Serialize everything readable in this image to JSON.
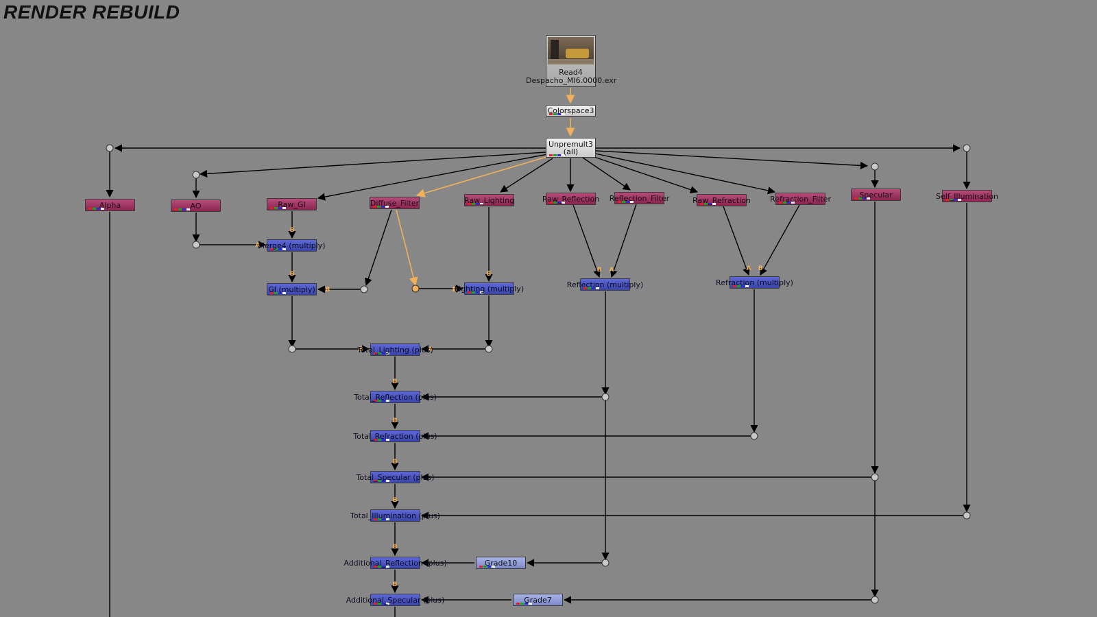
{
  "title": "RENDER REBUILD",
  "colors": {
    "shuffle": "#a33a68",
    "merge": "#4a55c4",
    "grade": "#93a0d9",
    "edge": "#000000",
    "selected_edge": "#f2b05a",
    "dot": "#c8c8c8",
    "background": "#878787"
  },
  "nodes": {
    "read": {
      "name": "Read4",
      "file": "Despacho_MI6.0000.exr"
    },
    "colorspace": "Colorspace3",
    "unpremult": {
      "name": "Unpremult3",
      "channels": "(all)"
    },
    "alpha": "Alpha",
    "ao": "AO",
    "raw_gi": "Raw_GI",
    "diffuse_filter": "Diffuse_Filter",
    "raw_lighting": "Raw_Lighting",
    "raw_reflection": "Raw_Reflection",
    "reflection_filter": "Reflection_Filter",
    "raw_refraction": "Raw_Refraction",
    "refraction_filter": "Refraction_Filter",
    "specular": "Specular",
    "self_illumination": "Self_Illumination",
    "merge4": "Merge4 (multiply)",
    "gi_multiply": "GI (multiply)",
    "lighting_multiply": "Lighting (multiply)",
    "reflection_multiply": "Reflection (multiply)",
    "refraction_multiply": "Refraction (multiply)",
    "total_lighting": "Total_Lighting (plus)",
    "total_reflection": "Total_Reflection (plus)",
    "total_refraction": "Total_Refraction (plus)",
    "total_specular": "Total_Specular (plus)",
    "total_illumination": "Total_Illumination (plus)",
    "additional_reflection": "Additional_Reflection (plus)",
    "additional_specular": "Additional_Specular (plus)",
    "grade10": "Grade10",
    "grade7": "Grade7"
  },
  "input_letters": {
    "a": "A",
    "b": "B"
  }
}
